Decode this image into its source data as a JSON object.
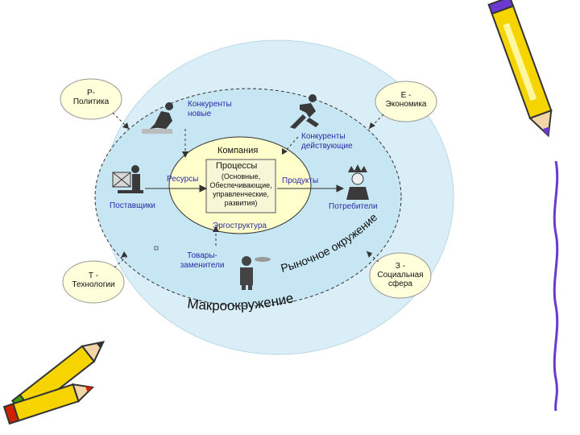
{
  "colors": {
    "outer_ellipse": "#d9eef6",
    "middle_ellipse": "#c6e6f3",
    "company_ellipse": "#ffffcc",
    "factor_circle": "#ffffdc",
    "label_blue": "#2a2aa8",
    "pencil_yellow": "#f5d400",
    "pencil_purple": "#6a3ad0"
  },
  "factors": {
    "politics": "Р-\nПолитика",
    "economy": "Е -\nЭкономика",
    "technology": "Т -\nТехнологии",
    "social": "З -\nСоциальная\nсфера"
  },
  "market": {
    "new_competitors": "Конкуренты\nновые",
    "existing_competitors": "Конкуренты\nдействующие",
    "suppliers": "Поставщики",
    "consumers": "Потребители",
    "substitutes": "Товары-\nзаменители",
    "market_environment": "Рыночное окружение"
  },
  "company": {
    "title": "Компания",
    "resources": "Ресурсы",
    "processes_title": "Процессы",
    "processes_details": "(Основные,\nОбеспечивающие,\nуправленческие,\nразвития)",
    "products": "Продукты",
    "ergostructure": "Эргоструктура"
  },
  "macro_environment": "Макроокружение",
  "icons": [
    "runner-crouched-icon",
    "runner-sprinting-icon",
    "supplier-with-boxes-icon",
    "king-consumer-icon",
    "waiter-icon",
    "pencil-icon"
  ]
}
